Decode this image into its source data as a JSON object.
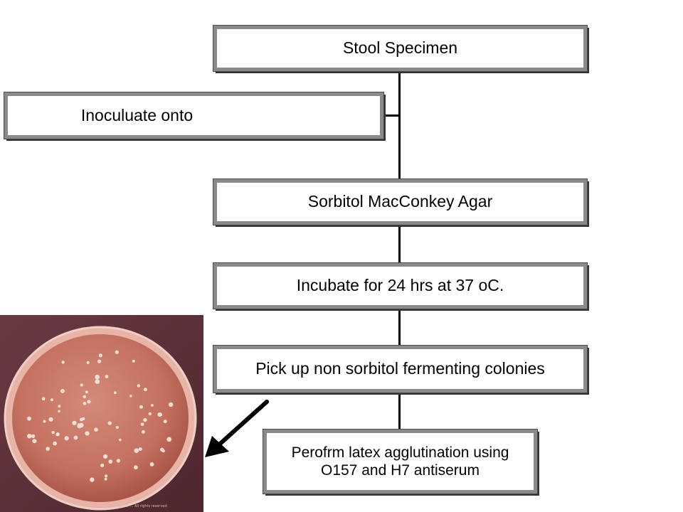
{
  "steps": {
    "stool_specimen": "Stool Specimen",
    "inoculate": "Inoculuate onto",
    "agar": "Sorbitol MacConkey Agar",
    "incubate": "Incubate for 24 hrs at 37 oC.",
    "pick_up": "Pick up non sorbitol fermenting colonies",
    "latex_line1": "Perofrm latex agglutination using",
    "latex_line2": "O157 and H7 antiserum"
  },
  "photo": {
    "watermark": "Copyright © ... All rights reserved"
  },
  "colors": {
    "box_border": "#8a8a8a",
    "connector": "#000000",
    "plate_background": "#5b2f37",
    "agar": "#c97a6a"
  }
}
